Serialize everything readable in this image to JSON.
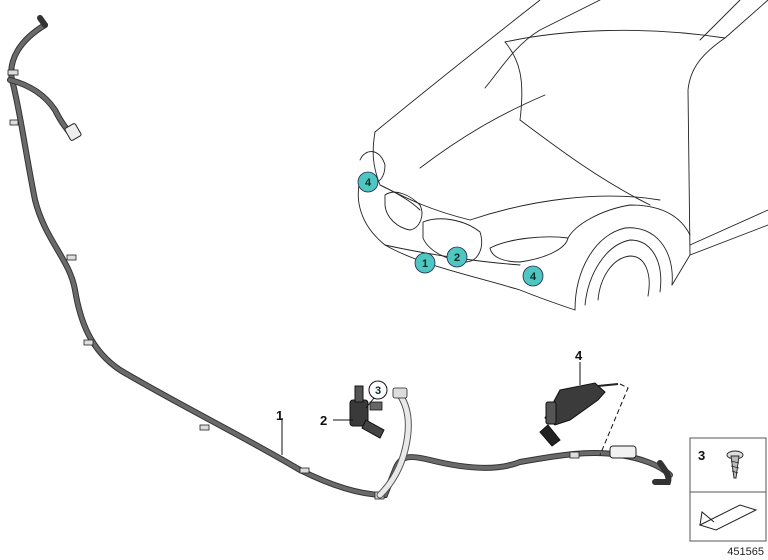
{
  "callouts": {
    "car_front_left": "4",
    "car_front_1": "1",
    "car_front_2": "2",
    "car_front_right": "4",
    "part_hose": "1",
    "part_pump": "2",
    "part_screw_circle": "3",
    "part_nozzle": "4",
    "legend_screw": "3"
  },
  "reference_number": "451565",
  "colors": {
    "badge_fill": "#4fc7c0",
    "hose_fill": "#6a6a6a",
    "hose_light": "#e9e9e9"
  },
  "icons": {
    "legend_screw": "screw-icon",
    "legend_arrow": "arrow-icon"
  }
}
